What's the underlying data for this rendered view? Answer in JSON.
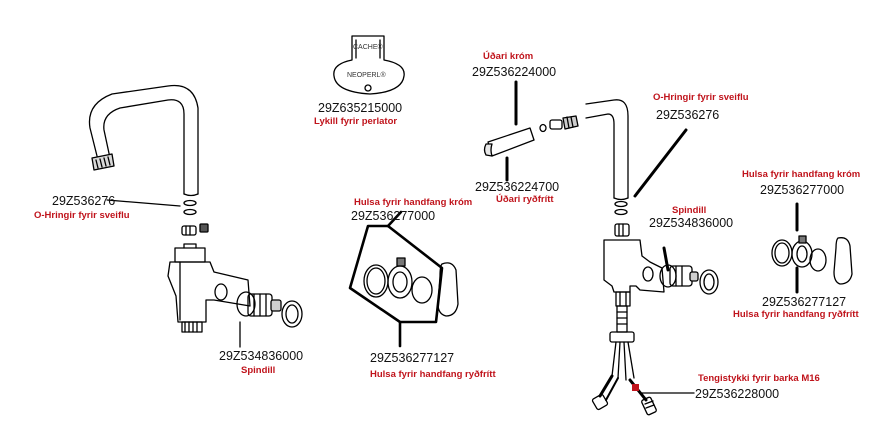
{
  "colors": {
    "code_text": "#111111",
    "name_text": "#c0141c",
    "line": "#000000"
  },
  "key_tool": {
    "brand_top": "CACHE®",
    "brand_bottom": "NEOPERL®"
  },
  "labels": {
    "lykill": {
      "code": "29Z635215000",
      "name": "Lykill fyrir perlator"
    },
    "udari_krom": {
      "code": "29Z536224000",
      "name": "Úðari króm"
    },
    "udari_rydfritt": {
      "code": "29Z536224700",
      "name": "Úðari ryðfrítt"
    },
    "oring_left": {
      "code": "29Z536276",
      "name": "O-Hringir fyrir sveiflu"
    },
    "oring_right": {
      "code": "29Z536276",
      "name": "O-Hringir fyrir sveiflu"
    },
    "hulsa_krom_mid": {
      "code": "29Z536277000",
      "name": "Hulsa fyrir handfang króm"
    },
    "hulsa_rydf_mid": {
      "code": "29Z536277127",
      "name": "Hulsa fyrir handfang ryðfrítt"
    },
    "hulsa_krom_right": {
      "code": "29Z536277000",
      "name": "Hulsa fyrir handfang króm"
    },
    "hulsa_rydf_right": {
      "code": "29Z536277127",
      "name": "Hulsa fyrir handfang ryðfrítt"
    },
    "spindill_left": {
      "code": "29Z534836000",
      "name": "Spindill"
    },
    "spindill_right": {
      "code": "29Z534836000",
      "name": "Spindill"
    },
    "tengistykki": {
      "code": "29Z536228000",
      "name": "Tengistykki fyrir barka M16"
    }
  }
}
